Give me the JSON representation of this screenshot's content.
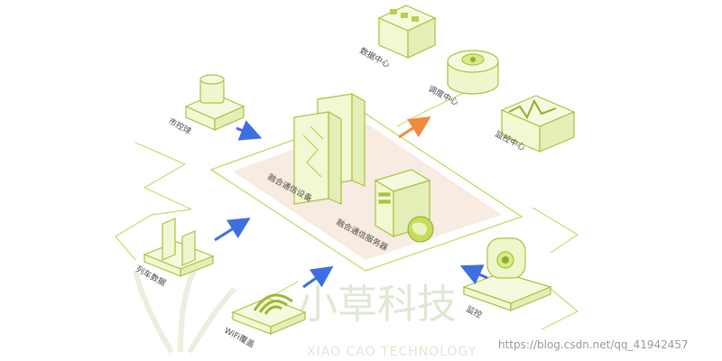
{
  "nodes": {
    "data_center": "数据中心",
    "dispatch_center": "调度中心",
    "monitor_center": "监控中心",
    "ticket_machine": "市控球",
    "train_data": "列车数据",
    "wifi_coverage": "WiFi覆盖",
    "surveillance": "监控",
    "comm_device": "融合通信设备",
    "comm_server": "融合通信服务器"
  },
  "watermark": {
    "cn": "小草科技",
    "en": "XIAO CAO TECHNOLOGY",
    "url": "https://blog.csdn.net/qq_41942457"
  },
  "colors": {
    "outline": "#b8d14a",
    "fill": "#eef6cc",
    "platform": "#f7e8dc",
    "arrow_blue": "#3d6fe0",
    "arrow_orange": "#f08a3c"
  }
}
